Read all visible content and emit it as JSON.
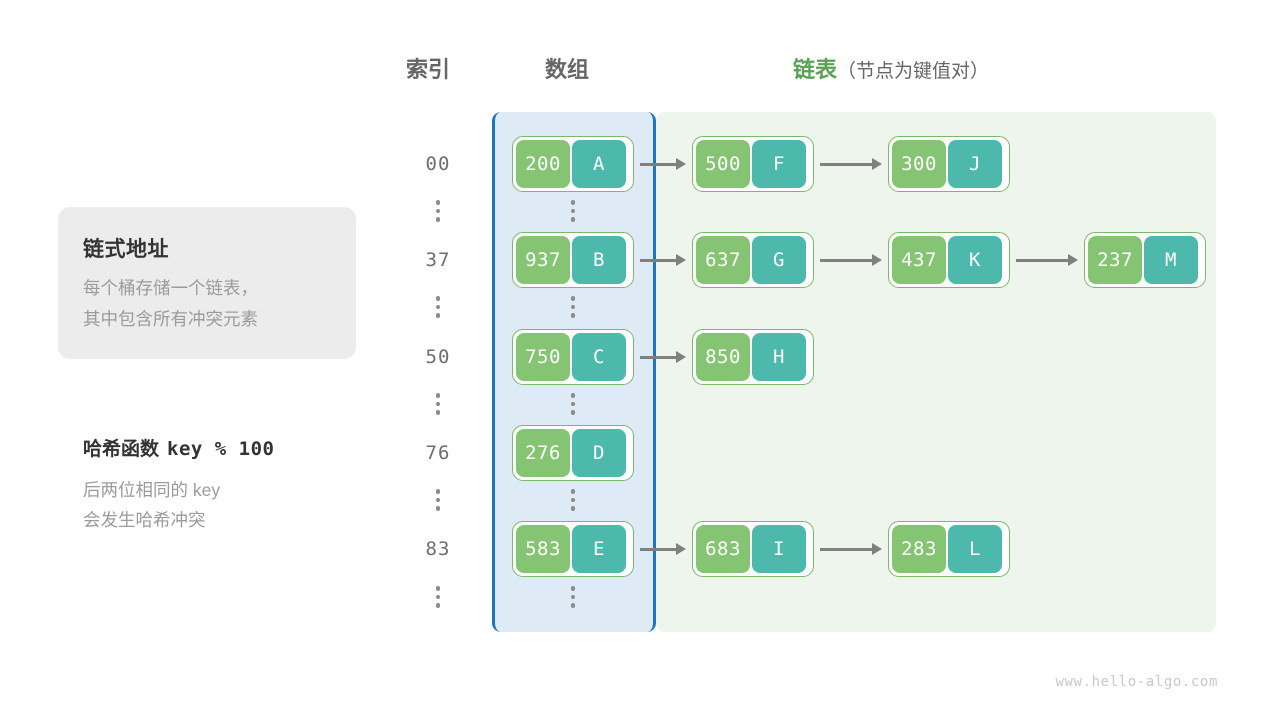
{
  "headers": {
    "index": "索引",
    "array": "数组",
    "list_accent": "链表",
    "list_sub": "（节点为键值对）"
  },
  "info_card": {
    "title": "链式地址",
    "description": "每个桶存储一个链表，\n其中包含所有冲突元素"
  },
  "hash_note": {
    "label": "哈希函数",
    "formula": "key % 100",
    "note": "后两位相同的 key\n会发生哈希冲突"
  },
  "rows": [
    {
      "index": "00",
      "bucket": {
        "key": "200",
        "value": "A"
      },
      "chain": [
        {
          "key": "500",
          "value": "F"
        },
        {
          "key": "300",
          "value": "J"
        }
      ]
    },
    {
      "index": "37",
      "bucket": {
        "key": "937",
        "value": "B"
      },
      "chain": [
        {
          "key": "637",
          "value": "G"
        },
        {
          "key": "437",
          "value": "K"
        },
        {
          "key": "237",
          "value": "M"
        }
      ]
    },
    {
      "index": "50",
      "bucket": {
        "key": "750",
        "value": "C"
      },
      "chain": [
        {
          "key": "850",
          "value": "H"
        }
      ]
    },
    {
      "index": "76",
      "bucket": {
        "key": "276",
        "value": "D"
      },
      "chain": []
    },
    {
      "index": "83",
      "bucket": {
        "key": "583",
        "value": "E"
      },
      "chain": [
        {
          "key": "683",
          "value": "I"
        },
        {
          "key": "283",
          "value": "L"
        }
      ]
    }
  ],
  "ellipsis_symbol": "⋮",
  "watermark": "www.hello-algo.com",
  "colors": {
    "background": "#ffffff",
    "array_column_fill": "#deeaf6",
    "array_column_border": "#1d76c2",
    "list_column_fill": "#eef5ed",
    "node_border": "#7cb86a",
    "key_cell": "#84c473",
    "value_cell": "#4cb9ac",
    "arrow": "#808080",
    "accent_green": "#5aa155",
    "card_fill": "#ececec",
    "muted_text": "#9b9b9b",
    "watermark_text": "#c8c8c8"
  }
}
